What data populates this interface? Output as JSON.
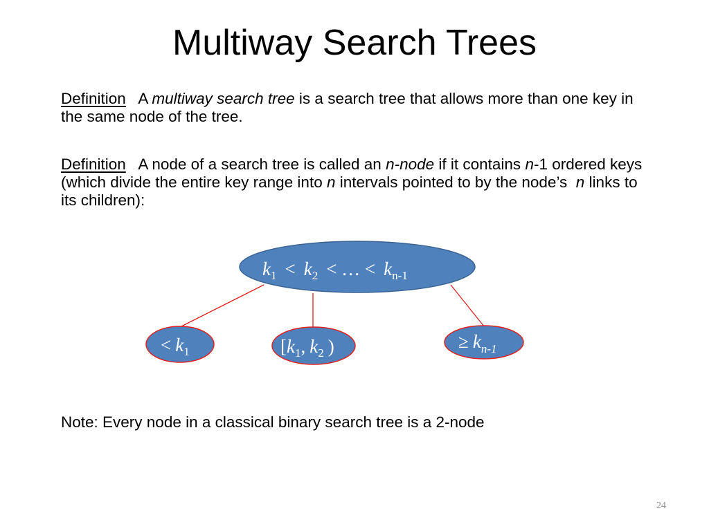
{
  "slide": {
    "title": "Multiway Search Trees",
    "def1": {
      "label": "Definition",
      "gap": "   A ",
      "term": "multiway search tree",
      "rest": " is a search tree that allows more than one key in the same node of the tree."
    },
    "def2": {
      "label": "Definition",
      "text1": "   A node of a search tree is called an ",
      "term": "n-node",
      "text2": " if it contains ",
      "n1": "n",
      "text3": "-1 ordered keys (which divide the entire key range into ",
      "n2": "n",
      "text4": " intervals pointed to by the node’s  ",
      "n3": "n",
      "text5": " links to its children):"
    },
    "note": "Note: Every node in a classical binary search tree is a 2-node",
    "page_number": "24"
  },
  "diagram": {
    "node_color": "#4f81bd",
    "edge_color": "#e02020",
    "root": {
      "k1": "k",
      "sub1": "1",
      "lt1": "<",
      "k2": "k",
      "sub2": "2",
      "lt2": "< … <",
      "kn": "k",
      "subn": "n-1"
    },
    "left": {
      "op": "<",
      "k": "k",
      "sub": "1"
    },
    "middle": {
      "open": "[",
      "k1": "k",
      "sub1": "1",
      "comma": ",",
      "k2": "k",
      "sub2": "2",
      "close": ")"
    },
    "right": {
      "op": "≥",
      "k": "k",
      "sub": "n-1"
    }
  }
}
